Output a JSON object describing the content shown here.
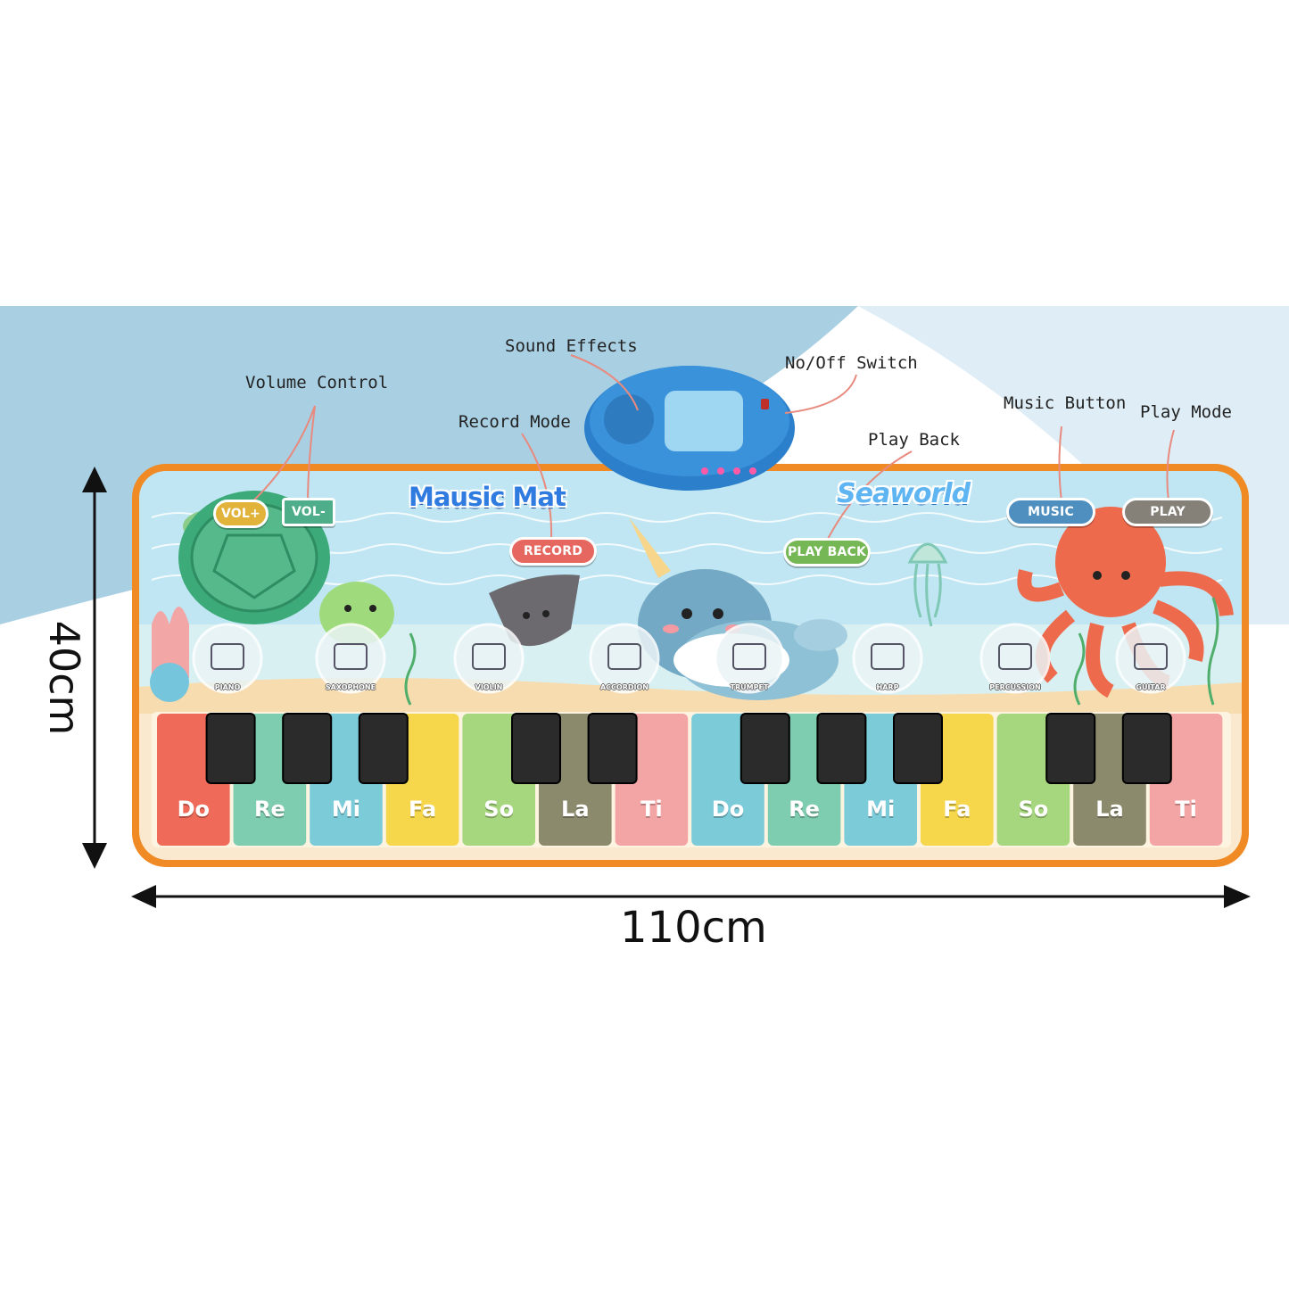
{
  "callouts": {
    "volume_control": "Volume Control",
    "sound_effects": "Sound Effects",
    "record_mode": "Record Mode",
    "on_off_switch": "No/Off Switch",
    "play_back": "Play Back",
    "music_button": "Music Button",
    "play_mode": "Play Mode"
  },
  "mat": {
    "title_left": "Mausic Mat",
    "title_right": "Seaworld",
    "buttons": {
      "vol_up": "VOL+",
      "vol_down": "VOL-",
      "record": "RECORD",
      "play_back": "PLAY BACK",
      "music": "MUSIC",
      "play": "PLAY"
    },
    "instruments": [
      "PIANO",
      "SAXOPHONE",
      "VIOLIN",
      "ACCORDION",
      "TRUMPET",
      "HARP",
      "PERCUSSION",
      "GUITAR"
    ],
    "keys": [
      "Do",
      "Re",
      "Mi",
      "Fa",
      "So",
      "La",
      "Ti",
      "Do",
      "Re",
      "Mi",
      "Fa",
      "So",
      "La",
      "Ti"
    ],
    "key_colors": [
      "#ef6a58",
      "#7fcdb0",
      "#7ccbd9",
      "#f6d64a",
      "#a6d77e",
      "#8c8a6c",
      "#f3a4a4",
      "#7ccbd9",
      "#7fcdb0",
      "#7ccbd9",
      "#f6d64a",
      "#a6d77e",
      "#8c8a6c",
      "#f3a4a4"
    ]
  },
  "dimensions": {
    "width": "110cm",
    "height": "40cm"
  },
  "colors": {
    "mat_border": "#f08a24",
    "sky": "#b7dbf0",
    "controller": "#2f86d4"
  }
}
